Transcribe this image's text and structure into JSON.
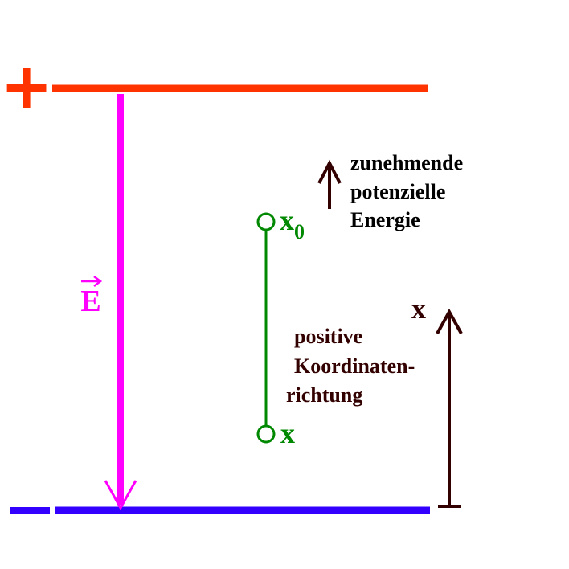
{
  "labels": {
    "plus_sign": "+",
    "minus_sign": "−",
    "field_symbol": "E",
    "start_point": "x",
    "start_point_subscript": "0",
    "end_point": "x",
    "coordinate_axis": "x",
    "energy_line_1": "zunehmende",
    "energy_line_2": "potenzielle",
    "energy_line_3": "Energie",
    "direction_line_1": "positive",
    "direction_line_2": "Koordinaten-",
    "direction_line_3": "richtung"
  },
  "colors": {
    "positive_plate": "#ff3300",
    "negative_plate": "#3300ff",
    "field_arrow": "#ff00ff",
    "path": "#008800",
    "axis": "#330000",
    "text": "#000000"
  }
}
